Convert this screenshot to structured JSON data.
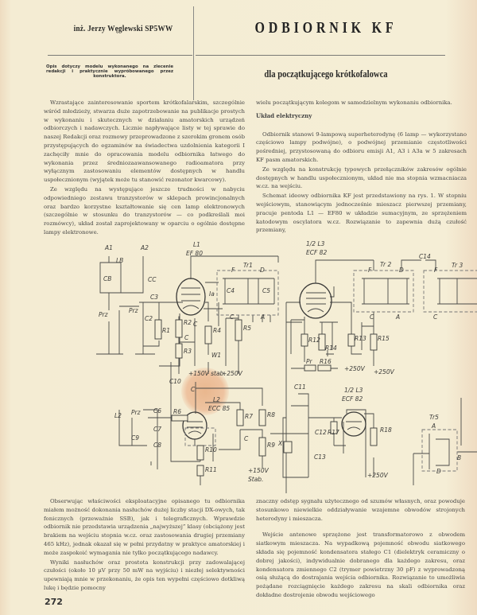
{
  "header": {
    "author": "inż. Jerzy Węglewski SP5WW",
    "title": "ODBIORNIK KF",
    "subtitle": "dla początkującego krótkofalowca",
    "note": "Opis dotyczy modelu wykonanego na zlecenie redakcji i praktycznie wypróbowanego przez konstruktora."
  },
  "column_top_left": {
    "paragraphs": [
      "Wzrastające zainteresowanie sportem krótkofalarskim, szczególnie wśród młodzieży, stwarza duże zapotrzebowanie na publikacje prostych w wykonaniu i skutecznych w działaniu amatorskich urządzeń odbiorczych i nadawczych. Licznie napływające listy w tej sprawie do naszej Redakcji oraz rozmowy przeprowadzone z szerokim gronem osób przystępujących do egzaminów na świadectwa uzdolnienia kategorii I zachęciły mnie do opracowania modelu odbiornika łatwego do wykonania przez średniozaawansowanego radioamatora przy wyłącznym zastosowaniu elementów dostępnych w handlu uspołecznionym (wyjątek może tu stanowić rezonator kwarcowy).",
      "Ze względu na występujące jeszcze trudności w nabyciu odpowiedniego zestawu tranzystorów w sklepach prowincjonalnych oraz bardzo korzystne kształtowanie się cen lamp elektronowych (szczególnie w stosunku do tranzystorów — co podkreślali moi rozmówcy), układ został zaprojektowany w oparciu o ogólnie dostępne lampy elektronowe."
    ]
  },
  "column_top_right": {
    "lead": "wielu początkującym kolegom w samodzielnym wykonaniu odbiornika.",
    "heading": "Układ elektryczny",
    "paragraphs": [
      "Odbiornik stanowi 9-lampową superheterodynę (6 lamp — wykorzystano częściowo lampy podwójne), o podwójnej przemianie częstotliwości pośredniej, przystosowaną do odbioru emisji A1, A3 i A3a w 5 zakresach KF pasm amatorskich.",
      "Ze względu na konstrukcję typowych przełączników zakresów ogólnie dostępnych w handlu uspołecznionym, układ nie ma stopnia wzmacniacza w.cz. na wejściu.",
      "Schemat ideowy odbiornika KF jest przedstawiony na rys. 1. W stopniu wejściowym, stanowiącym jednocześnie mieszacz pierwszej przemiany, pracuje pentoda L1 — EF80 w układzie sumacyjnym, ze sprzężeniem katodowym oscylatora w.cz. Rozwiązanie to zapewnia dużą czułość przemiany,"
    ]
  },
  "column_bottom_left": {
    "paragraphs": [
      "Obserwując właściwości eksploatacyjne opisanego tu odbiornika miałem możność dokonania nasłuchów dużej liczby stacji DX-owych, tak fonicznych (przeważnie SSB), jak i telegraficznych. Wprawdzie odbiornik nie przedstawia urządzenia „najwyższej” klasy (obciążony jest brakiem na wejściu stopnia w.cz. oraz zastosowania drugiej przemiany 465 kHz), jednak okazał się w pełni przydatny w praktyce amatorskiej i może zaspokoić wymagania nie tylko początkującego nadawcy.",
      "Wyniki nasłuchów oraz prostota konstrukcji przy zadowalającej czułości (około 10 µV przy 50 mW na wyjściu) i niezłej selektywności upewniają mnie w przekonaniu, że opis ten wypełni częściowo dotkliwą lukę i będzie pomocny"
    ]
  },
  "column_bottom_right": {
    "lead": "znaczny odstęp sygnału użytecznego od szumów własnych, oraz powoduje stosunkowo niewielkie oddziaływanie wzajemne obwodów strojonych heterodyny i mieszacza.",
    "paragraphs": [
      "Wejście antenowe sprzężone jest transformatorowo z obwodem siatkowym mieszacza. Na wypadkową pojemność obwodu siatkowego składa się pojemność kondensatora stałego C1 (dielektryk ceramiczny o dobrej jakości), indywidualnie dobranego dla każdego zakresu, oraz kondensatora zmiennego C2 (trymer powietrzny 30 pF) z wyprowadzoną osią służącą do dostrajania wejścia odbiornika. Rozwiązanie to umożliwia pożądane rozciągnięcie każdego zakresu na skali odbiornika oraz dokładne dostrojenie obwodu wejściowego"
    ]
  },
  "footer": {
    "page_number": "272"
  },
  "schematic": {
    "labels": [
      "A1",
      "A2",
      "LB",
      "CB",
      "CC",
      "L1",
      "EF 80",
      "Tr1",
      "F",
      "D",
      "C4",
      "C5",
      "C",
      "A",
      "Prz",
      "Prz",
      "C3",
      "C2",
      "R1",
      "R2",
      "C",
      "R4",
      "C",
      "R3",
      "Ia",
      "W1",
      "R5",
      "+150V stab.",
      "+250V",
      "C10",
      "1/2 L3",
      "ECF 82",
      "Tr 2",
      "F",
      "D",
      "C",
      "A",
      "C14",
      "Tr 3",
      "F",
      "C",
      "R12",
      "R14",
      "R13",
      "R15",
      "Pr",
      "R16",
      "+250V",
      "+250V",
      "C11",
      "1/2 L3",
      "ECF 82",
      "L2",
      "ECC 85",
      "L2",
      "Prz",
      "C6",
      "C7",
      "C8",
      "C9",
      "R6",
      "R7",
      "R8",
      "R9",
      "C",
      "R10",
      "R11",
      "+150V",
      "Stab.",
      "X",
      "C12",
      "R17",
      "C13",
      "R18",
      "+250V",
      "Tr5",
      "A",
      "B",
      "D",
      "C"
    ]
  }
}
